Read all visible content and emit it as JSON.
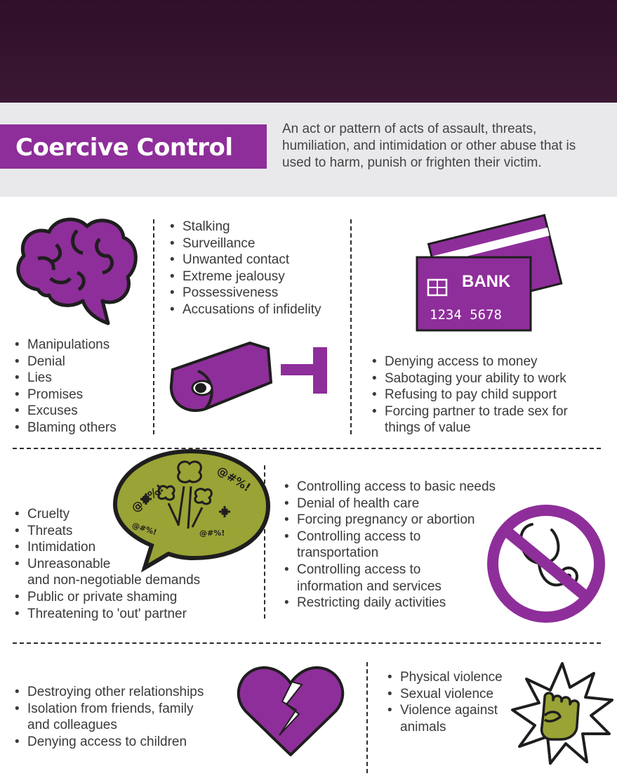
{
  "header": {
    "title": "Coercive Control",
    "definition": "An act or pattern of acts of assault, threats, humiliation, and intimidation or other abuse that is used to harm, punish or frighten their victim."
  },
  "sections": {
    "emotional": [
      "Manipulations",
      "Denial",
      "Lies",
      "Promises",
      "Excuses",
      "Blaming others"
    ],
    "surveillance": [
      "Stalking",
      "Surveillance",
      "Unwanted contact",
      "Extreme jealousy",
      "Possessiveness",
      "Accusations of infidelity"
    ],
    "financial": [
      "Denying access to money",
      "Sabotaging your ability to work",
      "Refusing to pay child support",
      "Forcing partner to trade sex for\nthings of value"
    ],
    "verbal": [
      "Cruelty",
      "Threats",
      "Intimidation",
      "Unreasonable\nand non-negotiable demands",
      "Public or private shaming",
      "Threatening  to 'out' partner"
    ],
    "basic_needs": [
      "Controlling access to basic needs",
      "Denial of health care",
      "Forcing pregnancy or abortion",
      "Controlling access to\ntransportation",
      "Controlling access to\ninformation and services",
      "Restricting daily activities"
    ],
    "isolation": [
      "Destroying other relationships",
      "Isolation from friends, family\nand colleagues",
      "Denying access to children"
    ],
    "violence": [
      "Physical violence",
      "Sexual violence",
      "Violence against\nanimals"
    ]
  },
  "card": {
    "brand": "BANK",
    "number": "1234  5678"
  },
  "speech_symbols": [
    "@#%!",
    "@#%!",
    "@#%!",
    "@#%!"
  ],
  "colors": {
    "purple": "#8e2e9a",
    "dark_purple": "#3b1733",
    "olive": "#9aa335",
    "gray_band": "#e9e9ec"
  },
  "icons": [
    "brain-icon",
    "security-camera-icon",
    "bank-card-icon",
    "speech-bubble-icon",
    "no-stethoscope-icon",
    "broken-heart-icon",
    "fist-icon"
  ]
}
